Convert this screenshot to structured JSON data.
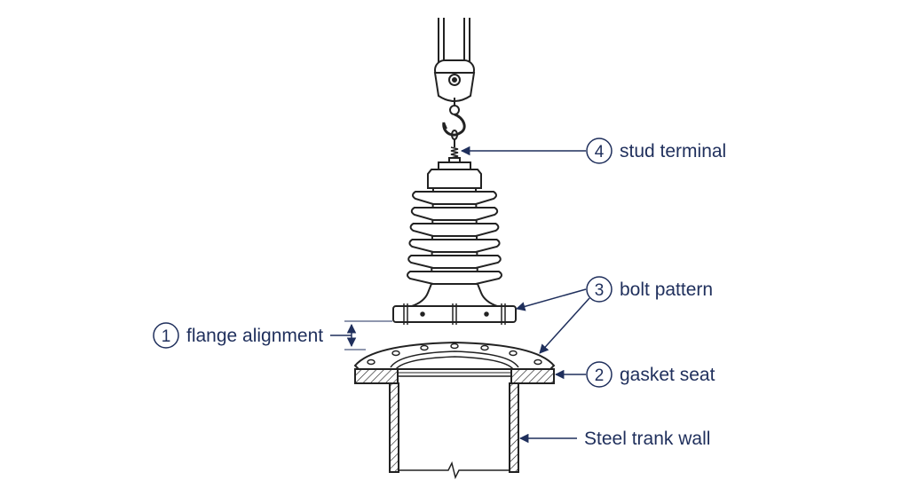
{
  "colors": {
    "line": "#222222",
    "callout": "#1f2f5c",
    "background": "#ffffff"
  },
  "callouts": [
    {
      "number": "4",
      "label": "stud terminal"
    },
    {
      "number": "3",
      "label": "bolt pattern"
    },
    {
      "number": "1",
      "label": "flange alignment"
    },
    {
      "number": "2",
      "label": "gasket seat"
    }
  ],
  "wall_label": "Steel trank wall"
}
